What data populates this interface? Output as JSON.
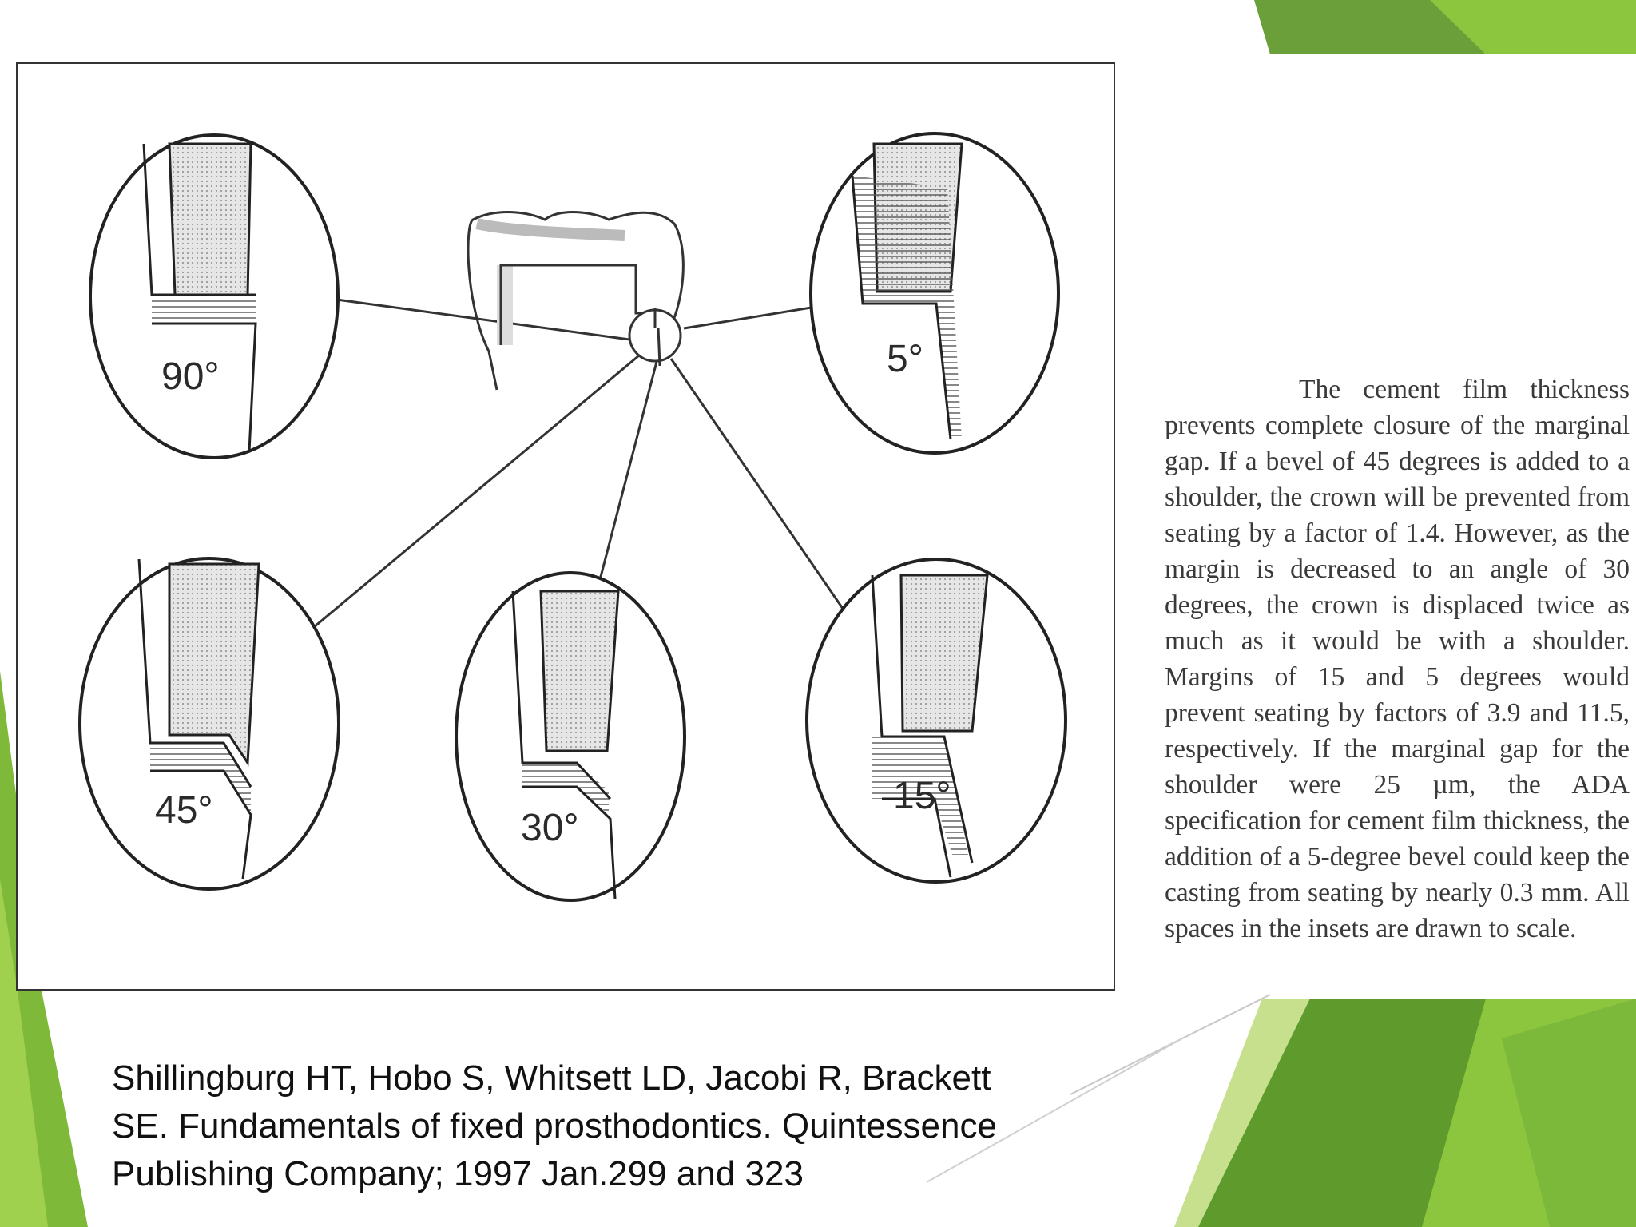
{
  "theme": {
    "accent_dark": "#5e9a2c",
    "accent_light": "#8cc63f",
    "accent_pale": "#c6e08e"
  },
  "figure": {
    "insets": [
      {
        "label": "90°",
        "icon": "shoulder-90-margin"
      },
      {
        "label": "5°",
        "icon": "bevel-5-margin"
      },
      {
        "label": "45°",
        "icon": "bevel-45-margin"
      },
      {
        "label": "30°",
        "icon": "bevel-30-margin"
      },
      {
        "label": "15°",
        "icon": "bevel-15-margin"
      }
    ]
  },
  "excerpt": {
    "text": "The cement film thickness prevents complete closure of the marginal gap. If a bevel of 45 degrees is added to a shoulder, the crown will be prevented from seating by a factor of 1.4. However, as the margin is decreased to an angle of 30 degrees, the crown is displaced twice as much as it would be with a shoulder. Margins of 15 and 5 degrees would prevent seating by factors of 3.9 and 11.5, respectively. If the marginal gap for the shoulder were 25 µm, the ADA specification for cement film thickness, the addition of a 5-degree bevel could keep the casting from seating by nearly 0.3 mm. All spaces in the insets are drawn to scale."
  },
  "citation": {
    "line1": "Shillingburg HT, Hobo S, Whitsett LD, Jacobi R, Brackett",
    "line2": "SE. Fundamentals of fixed prosthodontics. Quintessence",
    "line3": "Publishing Company; 1997 Jan.299 and 323"
  }
}
